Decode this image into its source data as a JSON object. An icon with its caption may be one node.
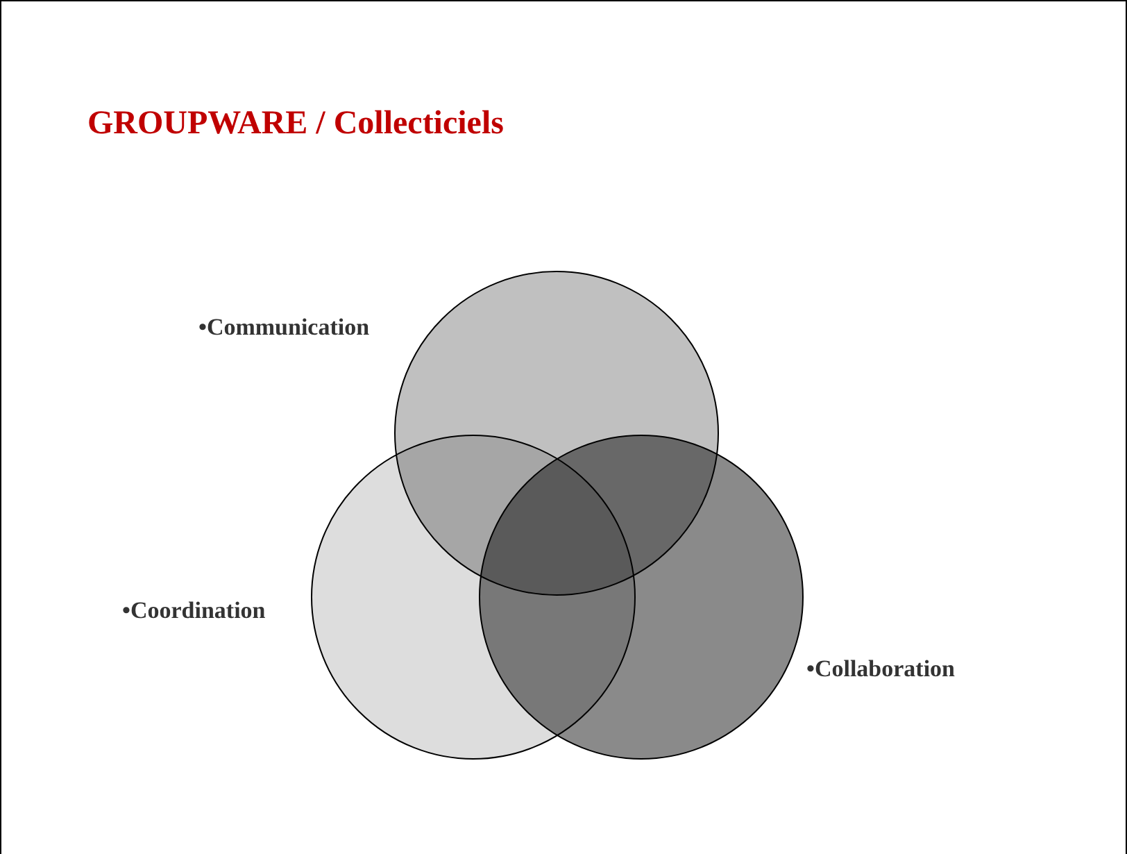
{
  "diagram": {
    "title": "GROUPWARE / Collecticiels",
    "nodes": [
      {
        "text": [
          "•Communication"
        ]
      },
      {
        "text": [
          "•Coordination"
        ]
      },
      {
        "text": [
          "•Collaboration"
        ]
      }
    ]
  }
}
